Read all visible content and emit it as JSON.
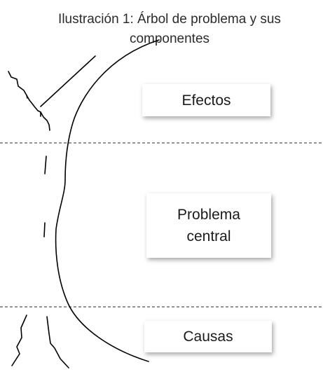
{
  "caption": {
    "line1": "Ilustración 1: Árbol de problema y sus",
    "line2": "componentes"
  },
  "labels": {
    "efectos": "Efectos",
    "problema_line1": "Problema",
    "problema_line2": "central",
    "causas": "Causas"
  },
  "colors": {
    "stroke": "#000000",
    "divider": "#555555",
    "background": "#ffffff"
  }
}
